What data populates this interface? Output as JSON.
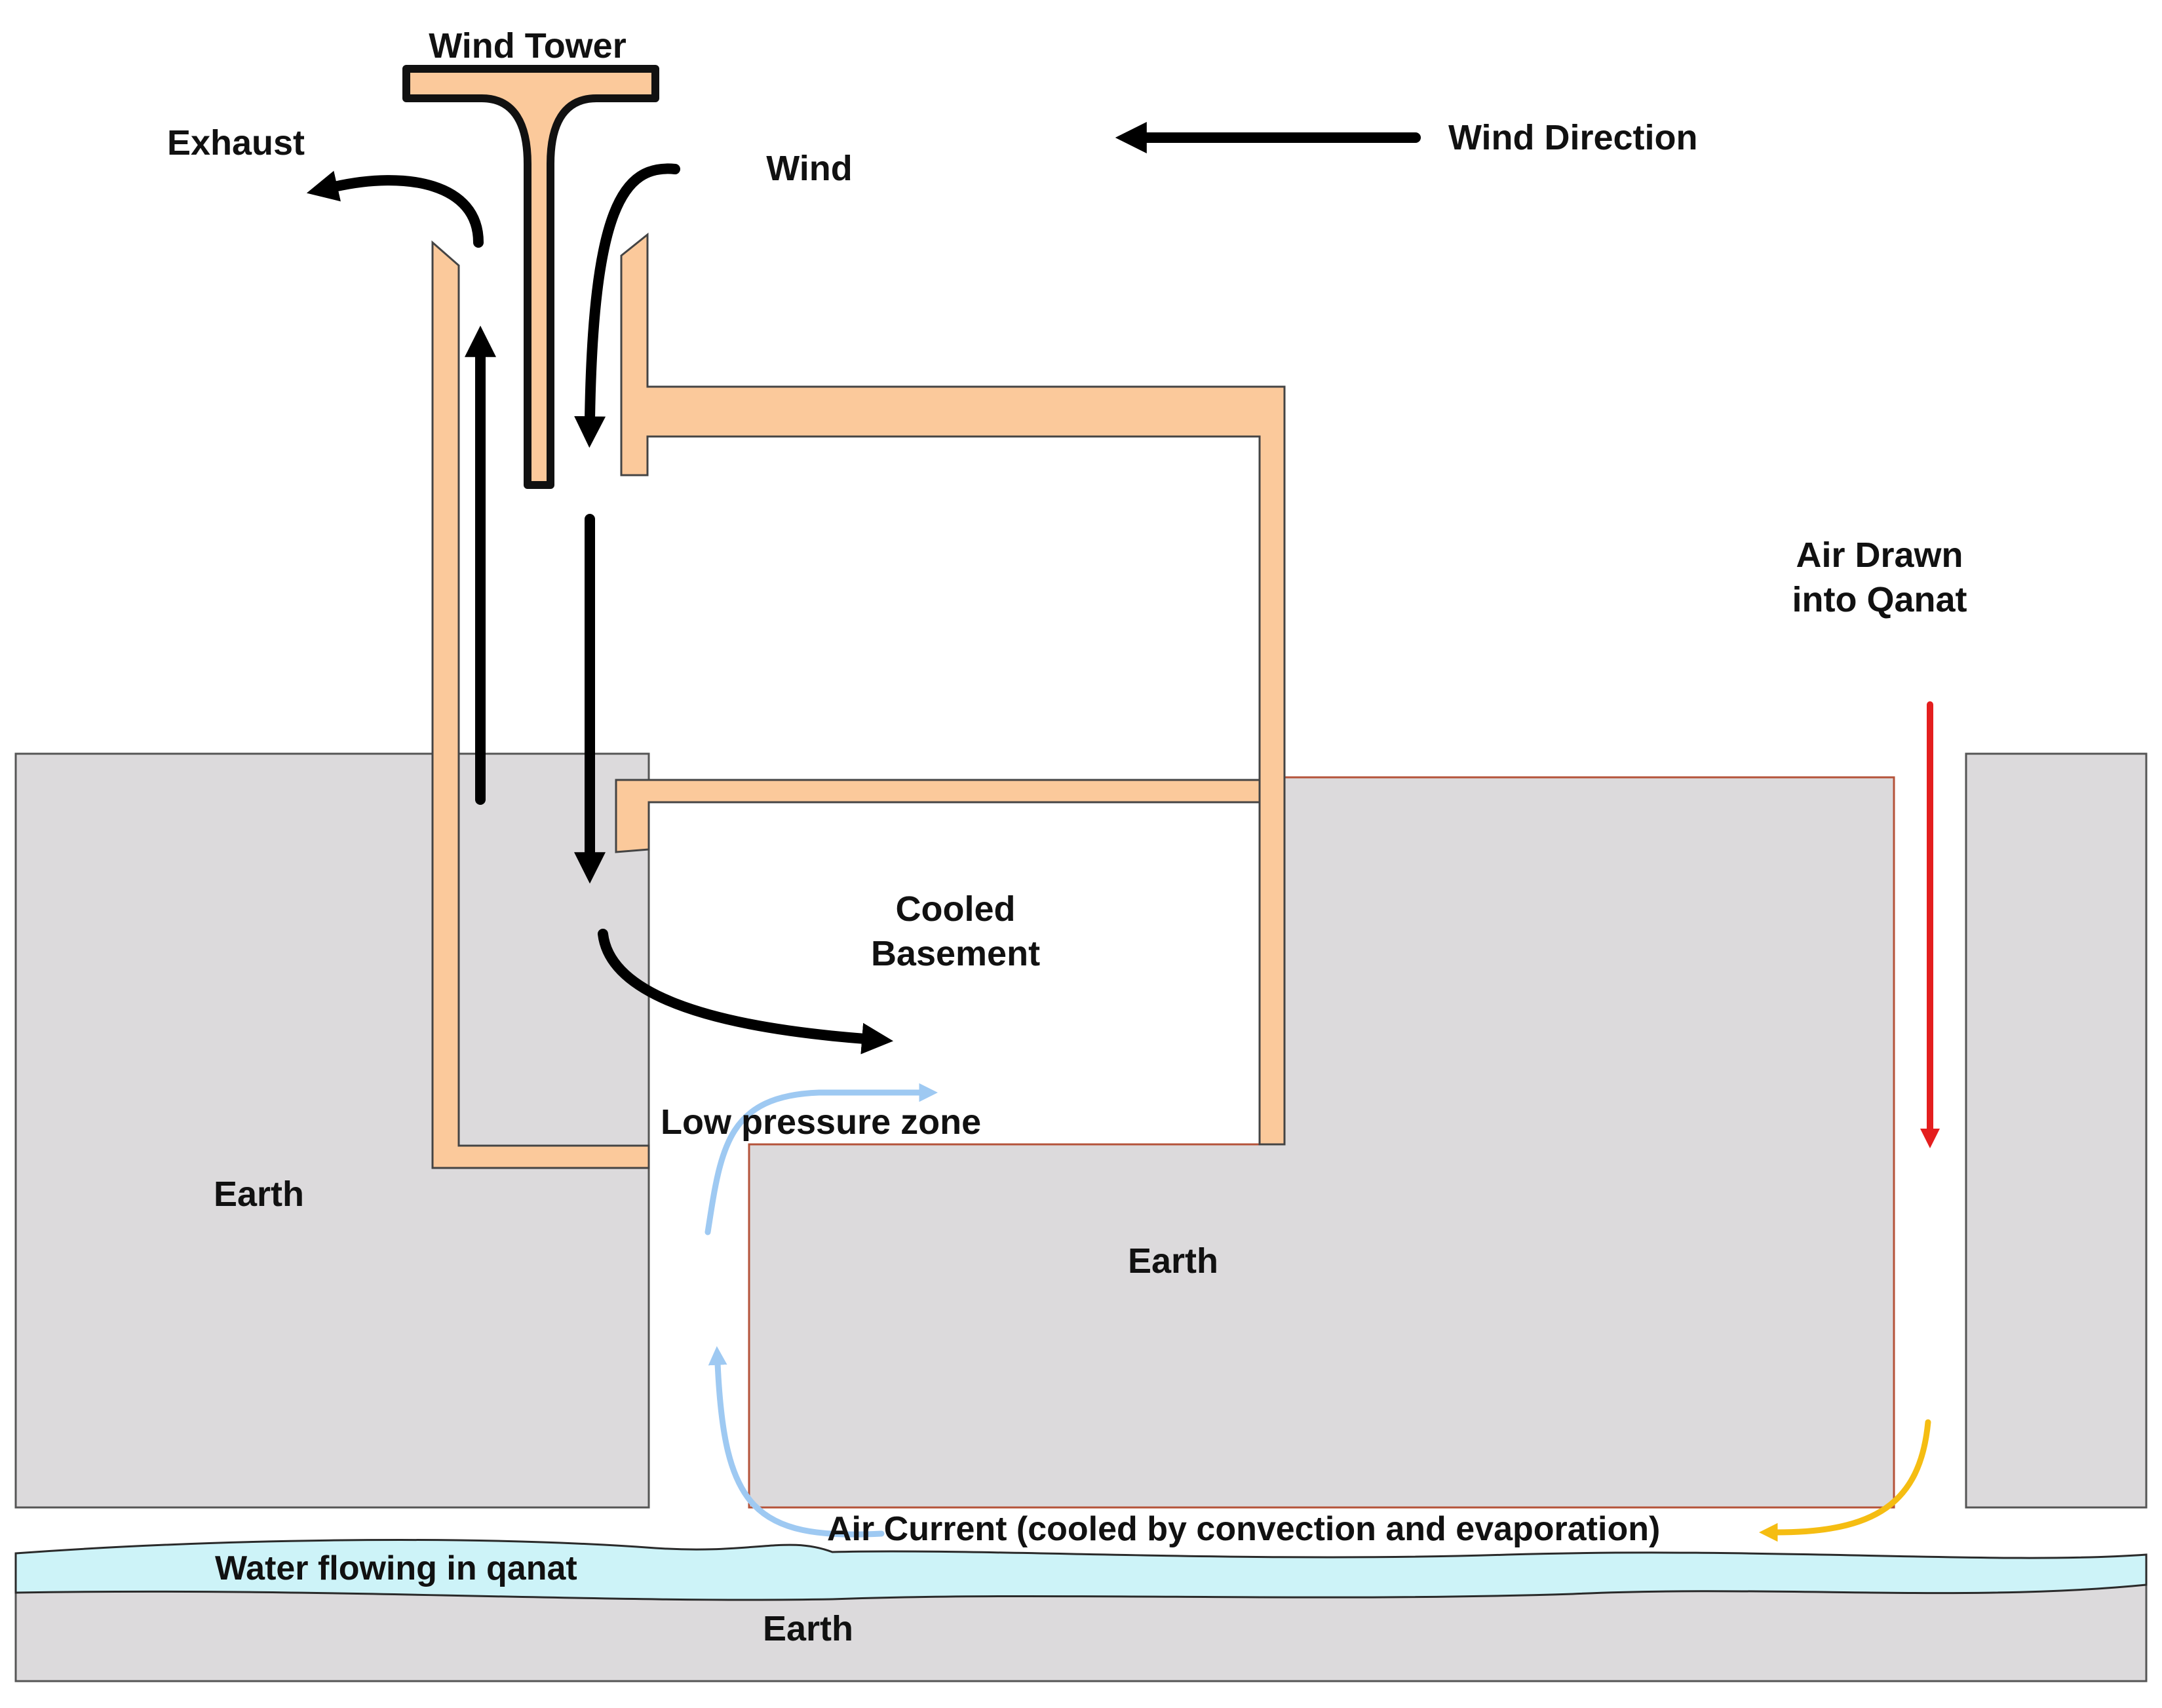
{
  "labels": {
    "wind_tower": "Wind Tower",
    "exhaust": "Exhaust",
    "wind": "Wind",
    "wind_direction": "Wind Direction",
    "air_drawn_line1": "Air Drawn",
    "air_drawn_line2": "into Qanat",
    "cooled_line1": "Cooled",
    "cooled_line2": "Basement",
    "low_pressure": "Low pressure zone",
    "earth_left": "Earth",
    "earth_middle": "Earth",
    "earth_bottom": "Earth",
    "water": "Water flowing in qanat",
    "air_current": "Air Current (cooled by convection and evaporation)"
  },
  "colors": {
    "earth": "#dcdadc",
    "wall": "#fbc99b",
    "water": "#cdf3f8",
    "black_arrow": "#000000",
    "red_arrow": "#e41e1e",
    "blue_arrow": "#9ec9f2",
    "yellow_arrow": "#f5bd12"
  }
}
